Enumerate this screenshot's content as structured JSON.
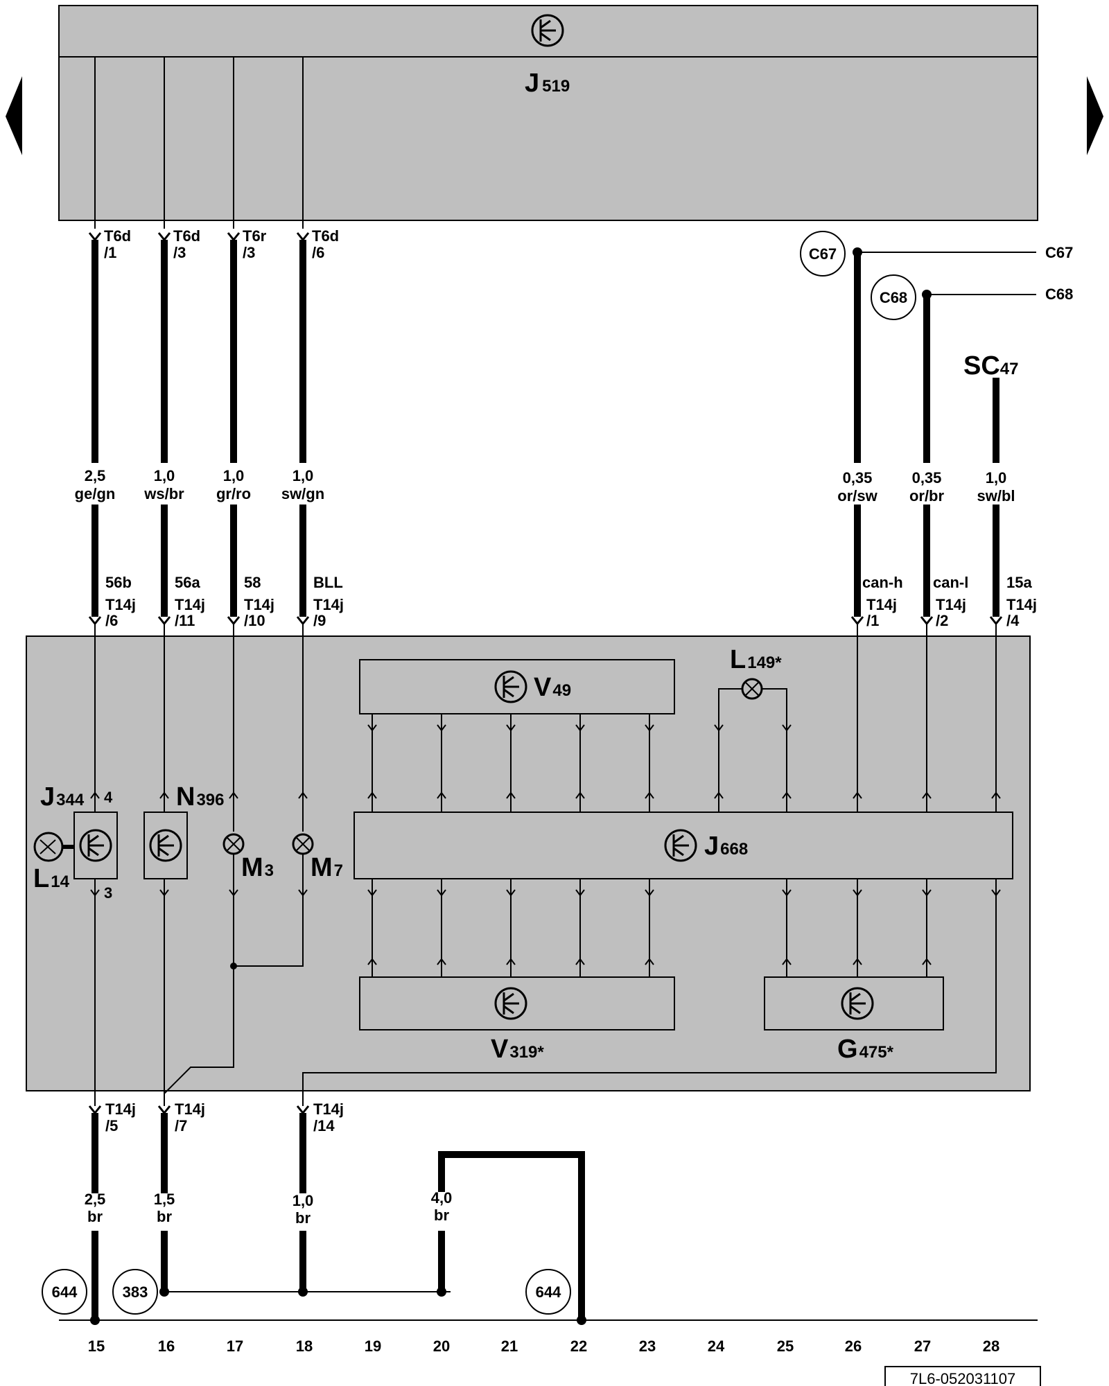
{
  "main_unit": {
    "label": "J",
    "sub": "519"
  },
  "module_labels": {
    "v49": {
      "label": "V",
      "sub": "49"
    },
    "l149": {
      "label": "L",
      "sub": "149*"
    },
    "j344": {
      "label": "J",
      "sub": "344",
      "pin_top": "4",
      "pin_bottom": "3"
    },
    "l14": {
      "label": "L",
      "sub": "14"
    },
    "n396": {
      "label": "N",
      "sub": "396"
    },
    "m3": {
      "label": "M",
      "sub": "3"
    },
    "m7": {
      "label": "M",
      "sub": "7"
    },
    "j668": {
      "label": "J",
      "sub": "668"
    },
    "v319": {
      "label": "V",
      "sub": "319*"
    },
    "g475": {
      "label": "G",
      "sub": "475*"
    },
    "sc47": {
      "label": "SC",
      "sub": "47"
    }
  },
  "top_connectors": [
    {
      "conn": "T6d",
      "pin": "/1"
    },
    {
      "conn": "T6d",
      "pin": "/3"
    },
    {
      "conn": "T6r",
      "pin": "/3"
    },
    {
      "conn": "T6d",
      "pin": "/6"
    }
  ],
  "wires_upper": [
    {
      "size": "2,5",
      "color": "ge/gn"
    },
    {
      "size": "1,0",
      "color": "ws/br"
    },
    {
      "size": "1,0",
      "color": "gr/ro"
    },
    {
      "size": "1,0",
      "color": "sw/gn"
    },
    {
      "size": "0,35",
      "color": "or/sw"
    },
    {
      "size": "0,35",
      "color": "or/br"
    },
    {
      "size": "1,0",
      "color": "sw/bl"
    }
  ],
  "t14j_upper": [
    {
      "func": "56b",
      "conn": "T14j",
      "pin": "/6"
    },
    {
      "func": "56a",
      "conn": "T14j",
      "pin": "/11"
    },
    {
      "func": "58",
      "conn": "T14j",
      "pin": "/10"
    },
    {
      "func": "BLL",
      "conn": "T14j",
      "pin": "/9"
    },
    {
      "func": "can-h",
      "conn": "T14j",
      "pin": "/1"
    },
    {
      "func": "can-l",
      "conn": "T14j",
      "pin": "/2"
    },
    {
      "func": "15a",
      "conn": "T14j",
      "pin": "/4"
    }
  ],
  "can_refs": [
    {
      "circle": "C67",
      "line": "C67"
    },
    {
      "circle": "C68",
      "line": "C68"
    }
  ],
  "t14j_lower": [
    {
      "conn": "T14j",
      "pin": "/5"
    },
    {
      "conn": "T14j",
      "pin": "/7"
    },
    {
      "conn": "T14j",
      "pin": "/14"
    }
  ],
  "wires_lower": [
    {
      "size": "2,5",
      "color": "br"
    },
    {
      "size": "1,5",
      "color": "br"
    },
    {
      "size": "1,0",
      "color": "br"
    },
    {
      "size": "4,0",
      "color": "br"
    }
  ],
  "ground_refs": [
    "644",
    "383",
    "644"
  ],
  "column_numbers": [
    "15",
    "16",
    "17",
    "18",
    "19",
    "20",
    "21",
    "22",
    "23",
    "24",
    "25",
    "26",
    "27",
    "28"
  ],
  "footer_code": "7L6-052031107",
  "nav": {
    "prev": "previous-page",
    "next": "next-page"
  }
}
